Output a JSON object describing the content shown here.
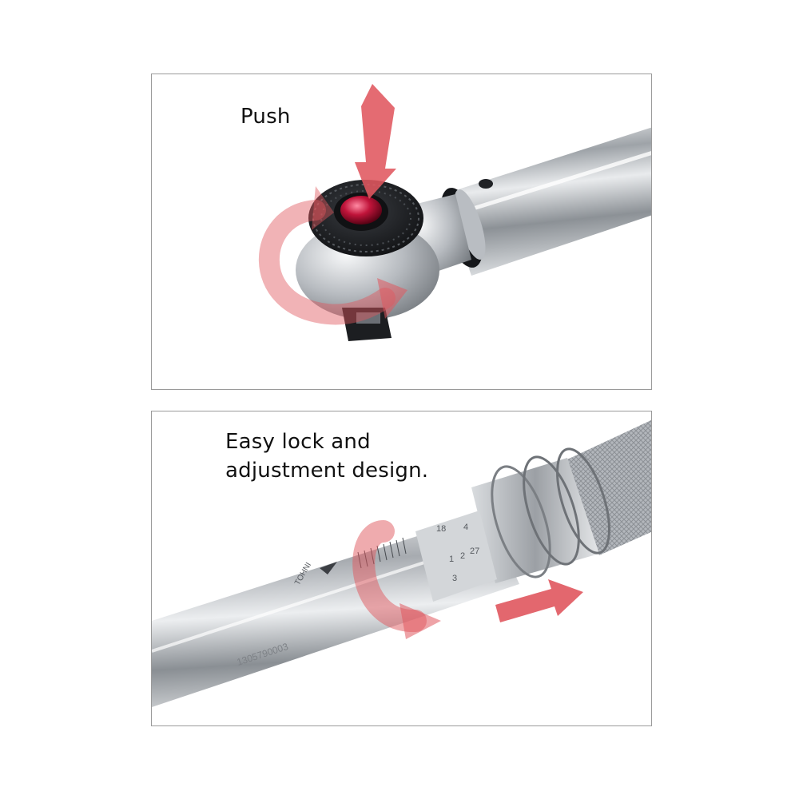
{
  "panels": [
    {
      "caption": "Push"
    },
    {
      "caption_lines": [
        "Easy lock and",
        "adjustment design."
      ]
    }
  ],
  "scale": {
    "brand_mark": "TOHNI",
    "serial_number": "1305790003",
    "numbers": [
      "1",
      "2",
      "3",
      "4",
      "27",
      "18"
    ]
  },
  "colors": {
    "arrow_red": "#e0575e",
    "button_red": "#c0143a",
    "chrome": "#c9ccd0",
    "caption_text": "#111111"
  }
}
